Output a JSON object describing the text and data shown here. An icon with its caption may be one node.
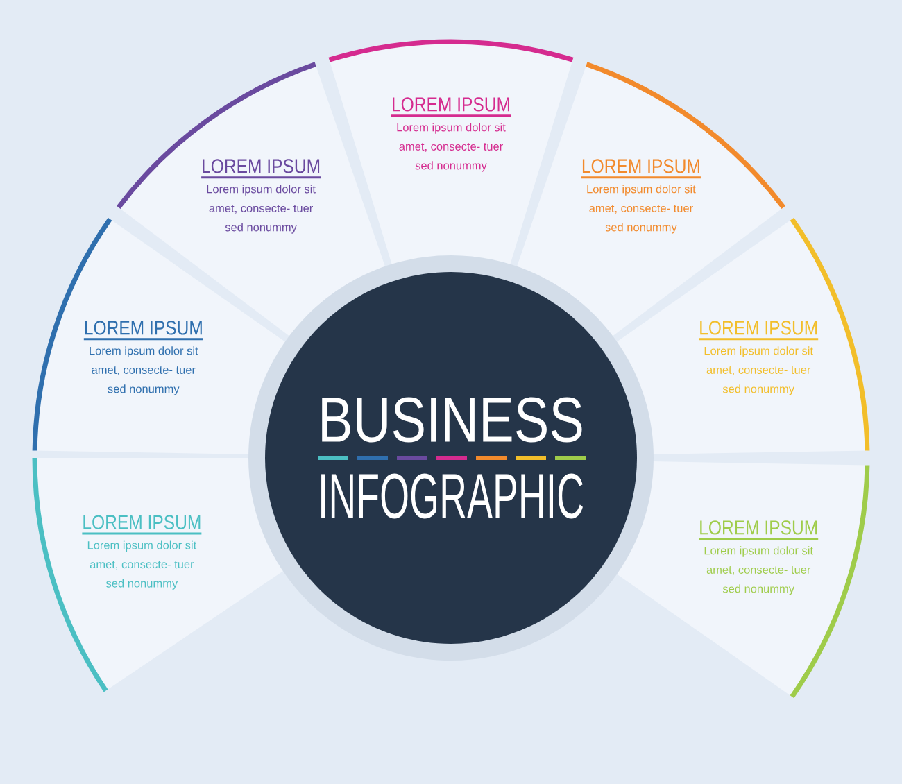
{
  "diagram": {
    "nodes": [
      {
        "text": [
          "BUSINESS",
          "INFOGRAPHIC"
        ]
      },
      {
        "text": [
          "LOREM IPSUM",
          "Lorem ipsum dolor sit amet, consecte- tuer sed nonummy"
        ]
      },
      {
        "text": [
          "LOREM IPSUM",
          "Lorem ipsum dolor sit amet, consecte- tuer sed nonummy"
        ]
      },
      {
        "text": [
          "LOREM IPSUM",
          "Lorem ipsum dolor sit amet, consecte- tuer sed nonummy"
        ]
      },
      {
        "text": [
          "LOREM IPSUM",
          "Lorem ipsum dolor sit amet, consecte- tuer sed nonummy"
        ]
      },
      {
        "text": [
          "LOREM IPSUM",
          "Lorem ipsum dolor sit amet, consecte- tuer sed nonummy"
        ]
      },
      {
        "text": [
          "LOREM IPSUM",
          "Lorem ipsum dolor sit amet, consecte- tuer sed nonummy"
        ]
      },
      {
        "text": [
          "LOREM IPSUM",
          "Lorem ipsum dolor sit amet, consecte- tuer sed nonummy"
        ]
      }
    ]
  }
}
